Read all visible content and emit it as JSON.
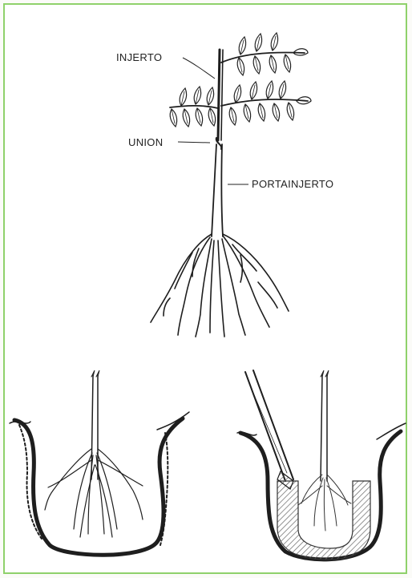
{
  "labels": {
    "scion": "INJERTO",
    "union": "UNION",
    "rootstock": "PORTAINJERTO"
  },
  "colors": {
    "frame": "#8fd16b",
    "ink": "#1e1e1e",
    "soil_hatch": "#555555"
  }
}
